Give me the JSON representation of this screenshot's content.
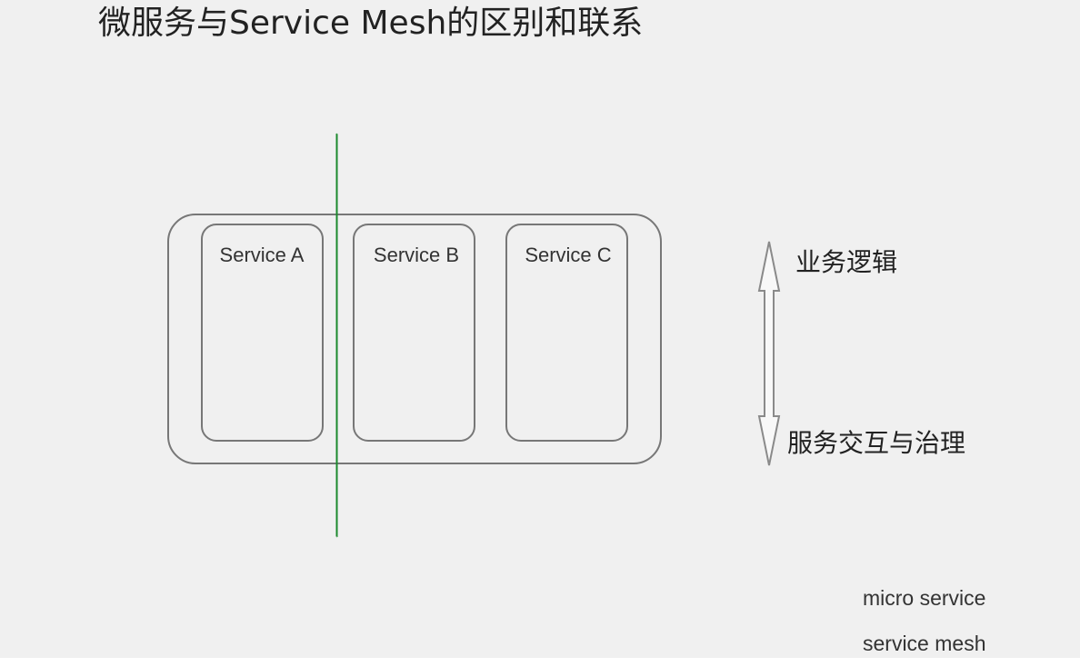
{
  "title": "微服务与Service Mesh的区别和联系",
  "services": [
    {
      "label": "Service A"
    },
    {
      "label": "Service B"
    },
    {
      "label": "Service C"
    }
  ],
  "arrow": {
    "top_label": "业务逻辑",
    "bottom_label": "服务交互与治理"
  },
  "legend": [
    {
      "label": "micro service",
      "color": "#1f8a2e"
    },
    {
      "label": "service mesh",
      "color": "#e8585a"
    }
  ],
  "colors": {
    "background": "#f0f0f0",
    "outline": "#777777",
    "micro_service_line": "#1f8a2e",
    "service_mesh_line": "#e8585a"
  }
}
